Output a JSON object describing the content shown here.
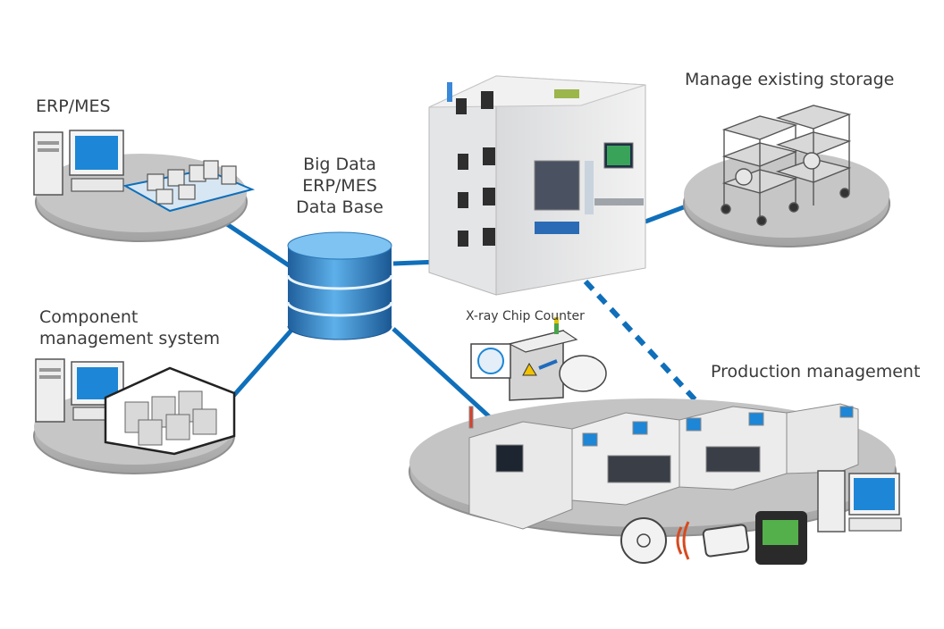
{
  "labels": {
    "erp_mes": "ERP/MES",
    "big_data": [
      "Big Data",
      "ERP/MES",
      "Data Base"
    ],
    "manage_storage": "Manage existing storage",
    "component_mgmt": [
      "Component",
      "management system"
    ],
    "xray_counter": "X-ray Chip Counter",
    "production_mgmt": "Production management"
  },
  "colors": {
    "link": "#0f6fba",
    "platform": "#b9b9b9",
    "platform_rim": "#8f8f8f",
    "database": "#3b8fd1",
    "screen": "#1d86d6"
  }
}
